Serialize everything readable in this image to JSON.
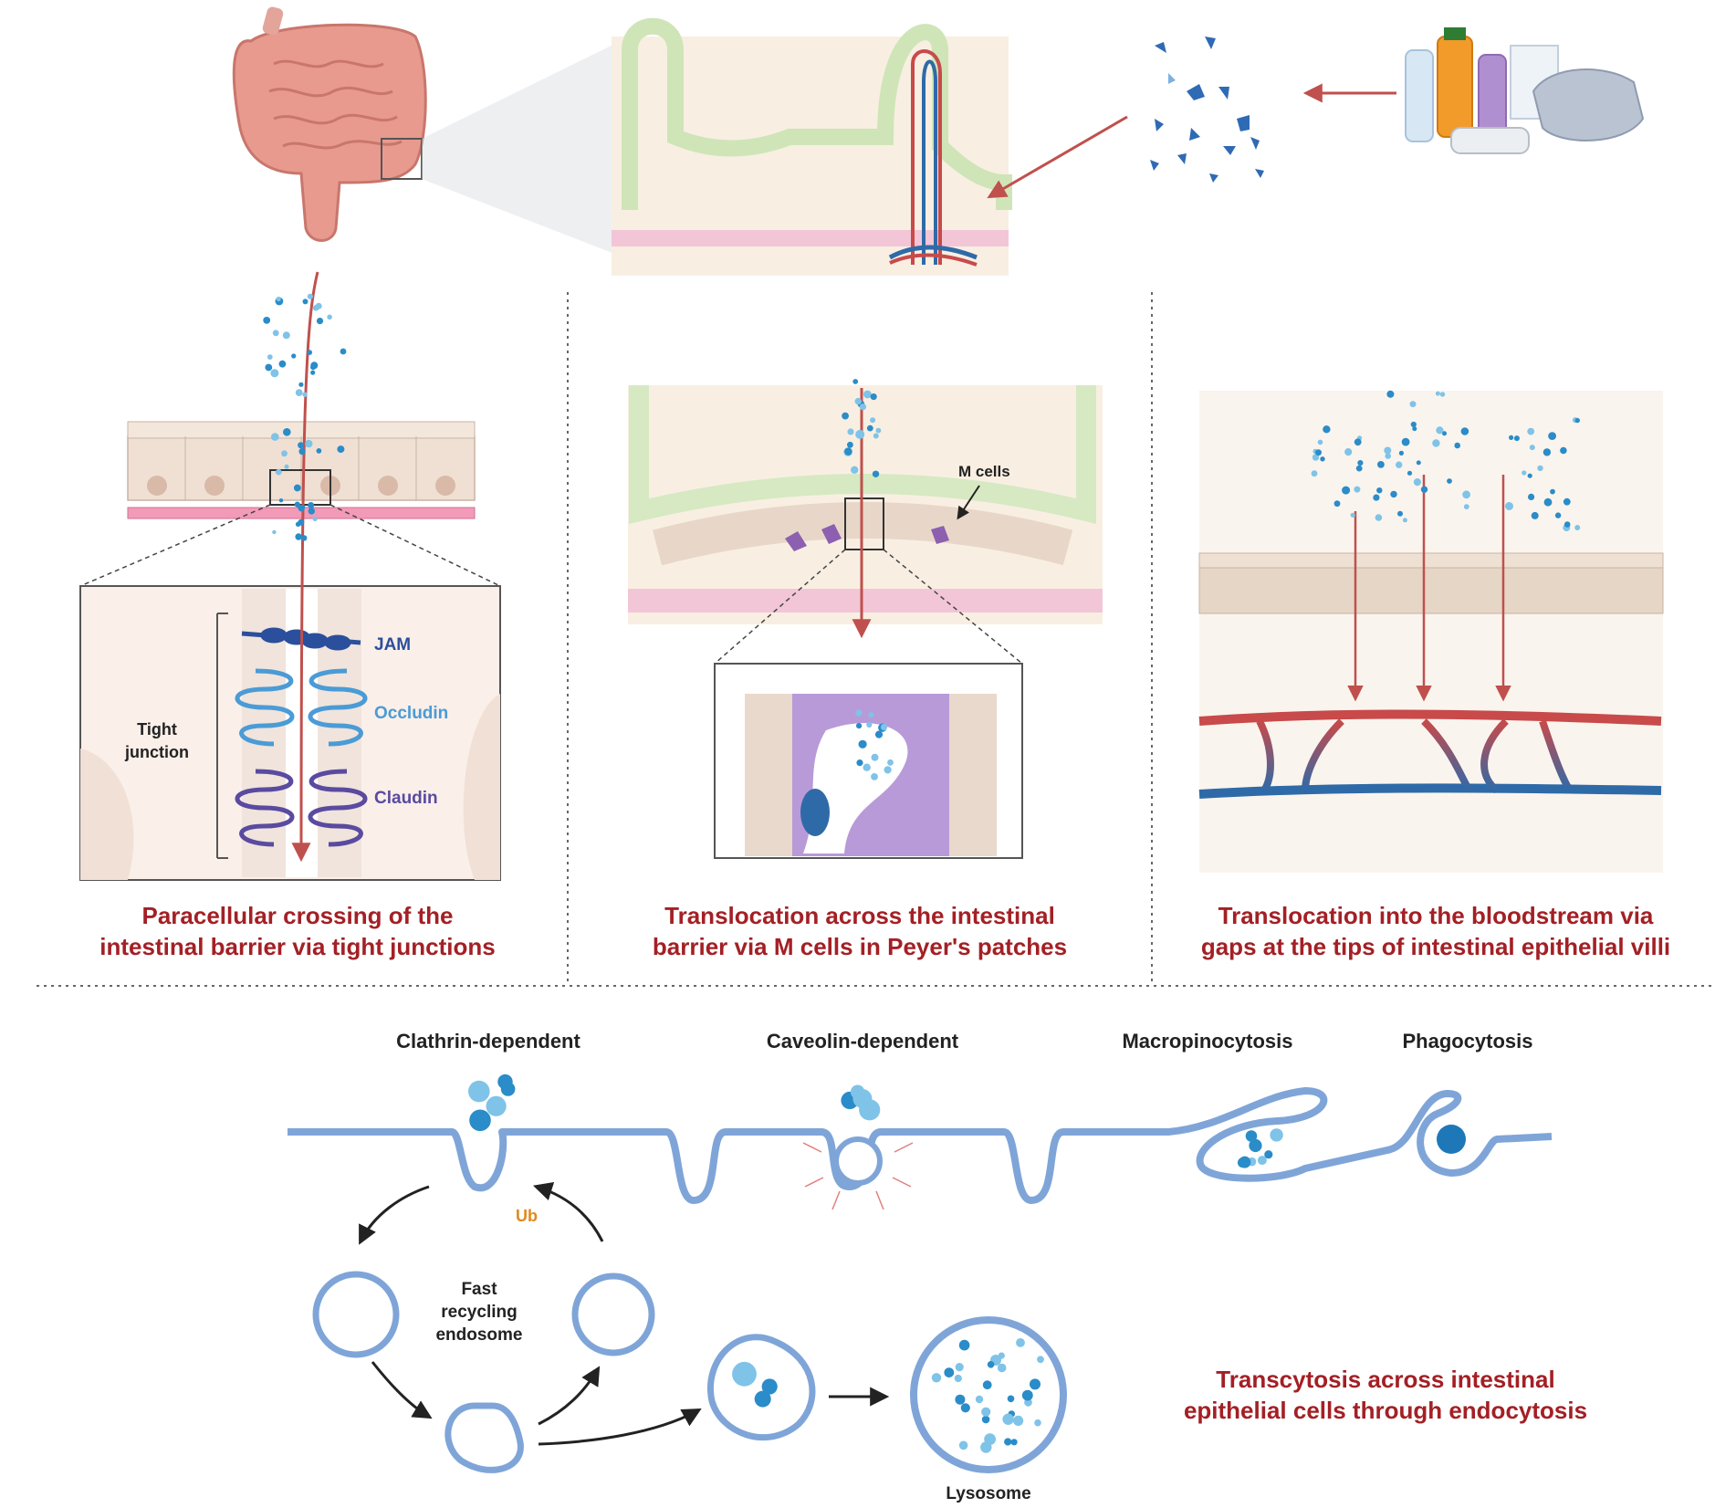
{
  "labels": {
    "jam": "JAM",
    "occludin": "Occludin",
    "claudin": "Claudin",
    "tight_junction_line1": "Tight",
    "tight_junction_line2": "junction",
    "m_cells": "M cells",
    "clathrin": "Clathrin-dependent",
    "caveolin": "Caveolin-dependent",
    "macropinocytosis": "Macropinocytosis",
    "phagocytosis": "Phagocytosis",
    "ub": "Ub",
    "fast_line1": "Fast",
    "fast_line2": "recycling",
    "fast_line3": "endosome",
    "lysosome": "Lysosome"
  },
  "captions": {
    "paracellular_line1": "Paracellular crossing of the",
    "paracellular_line2": "intestinal barrier via tight junctions",
    "mcells_line1": "Translocation across the intestinal",
    "mcells_line2": "barrier via M cells in Peyer's patches",
    "bloodstream_line1": "Translocation into the bloodstream via",
    "bloodstream_line2": "gaps at the tips of intestinal epithelial villi",
    "transcytosis_line1": "Transcytosis across intestinal",
    "transcytosis_line2": "epithelial cells through endocytosis"
  },
  "colors": {
    "caption": "#a32025",
    "arrow": "#c0504d",
    "jam": "#2a4f9c",
    "occludin": "#4a9bd6",
    "claudin": "#5a4aa0",
    "membrane": "#7fa5d8",
    "particle": "#2a8cc8",
    "ub": "#e08a1e"
  }
}
